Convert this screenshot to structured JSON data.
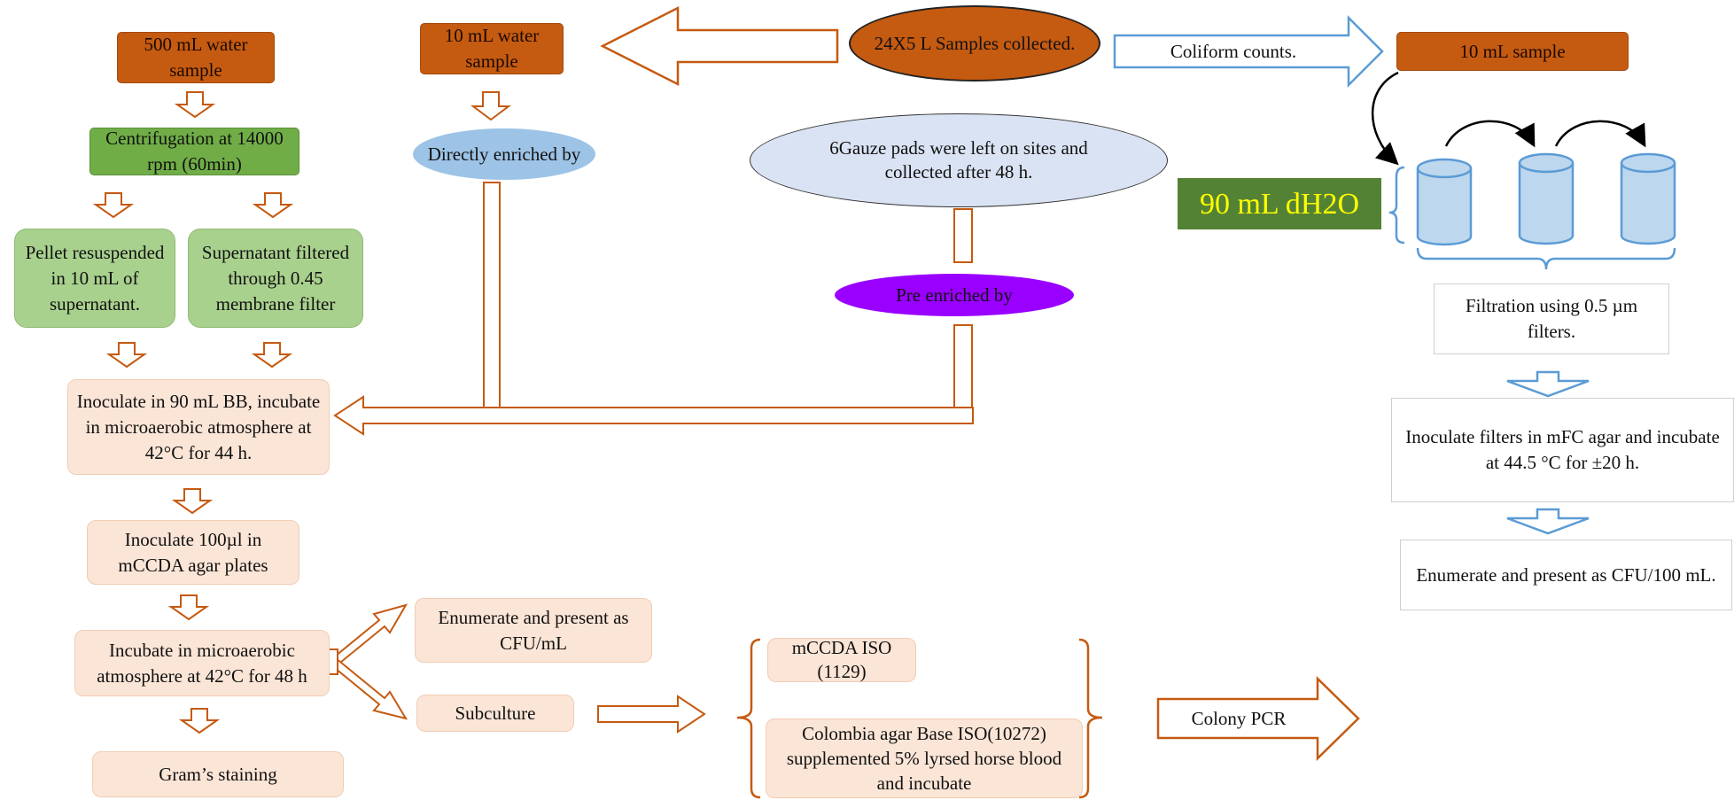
{
  "samples": {
    "collected": "24X5 L Samples collected.",
    "coliform_label": "Coliform counts.",
    "gauze": "6Gauze pads were left on sites and collected after 48 h.",
    "pre_enriched": "Pre enriched by",
    "directly_enriched": "Directly enriched by"
  },
  "left_branch": {
    "water_500": "500 mL water sample",
    "centrifugation": "Centrifugation at 14000 rpm (60min)",
    "pellet": "Pellet resuspended in 10 mL of supernatant.",
    "supernatant": "Supernatant filtered through 0.45 membrane filter",
    "inoculate_bb": "Inoculate in 90 mL BB, incubate in microaerobic atmosphere at 42°C for 44 h.",
    "inoculate_mccda": "Inoculate 100µl in mCCDA agar plates",
    "incubate_48": "Incubate in microaerobic atmosphere at 42°C for 48 h",
    "gram": "Gram’s staining",
    "enumerate_cfu_ml": "Enumerate and present as CFU/mL",
    "subculture": "Subculture"
  },
  "middle_branch": {
    "water_10": "10 mL water sample"
  },
  "media": {
    "mccda": "mCCDA ISO (1129)",
    "colombia": "Colombia agar Base ISO(10272) supplemented 5% lyrsed horse blood and incubate",
    "colony_pcr": "Colony PCR"
  },
  "right_branch": {
    "sample_10": "10 mL sample",
    "dh2o": "90 mL dH2O",
    "filtration": "Filtration using 0.5 µm filters.",
    "inoculate_mfc": "Inoculate filters in mFC agar and incubate at 44.5 °C for ±20 h.",
    "enumerate_cfu_100": "Enumerate and present as CFU/100 mL."
  },
  "colors": {
    "orange": "#c55a11",
    "arrow_orange": "#c55a11",
    "arrow_blue": "#5b9bd5",
    "cylinder_blue": "#bdd7ee",
    "purple": "#9900ff",
    "light_blue": "#c5d9f1"
  }
}
